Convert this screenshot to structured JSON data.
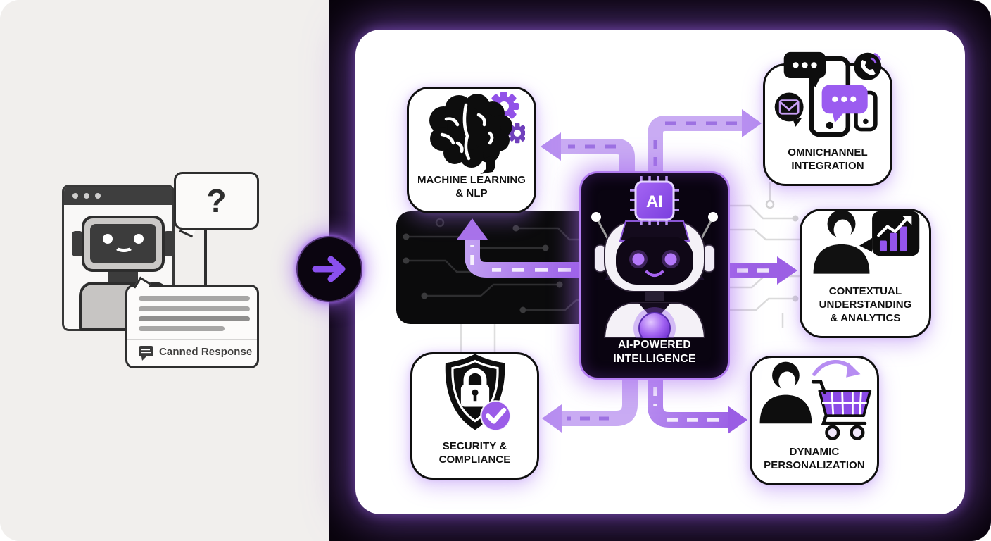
{
  "left_panel": {
    "question_bubble": "?",
    "canned_response": {
      "label": "Canned Response"
    }
  },
  "icons": {
    "transition": "arrow-right-circle",
    "machine_learning": "brain-with-gears",
    "omnichannel": "devices-and-chat-bubbles",
    "contextual": "person-with-analytics-bubble",
    "security": "shield-lock-check",
    "personalization": "person-to-cart-arrow",
    "center": "ai-robot-with-chip"
  },
  "diagram": {
    "center_card": {
      "chip_label": "AI",
      "title_lines": [
        "AI-POWERED",
        "INTELLIGENCE"
      ]
    },
    "nodes": {
      "machine_learning": {
        "lines": [
          "MACHINE LEARNING",
          "& NLP"
        ]
      },
      "omnichannel": {
        "lines": [
          "OMNICHANNEL",
          "INTEGRATION"
        ]
      },
      "contextual": {
        "lines": [
          "CONTEXTUAL",
          "UNDERSTANDING",
          "& ANALYTICS"
        ]
      },
      "security": {
        "lines": [
          "SECURITY &",
          "COMPLIANCE"
        ]
      },
      "personalization": {
        "lines": [
          "DYNAMIC",
          "PERSONALIZATION"
        ]
      }
    }
  },
  "colors": {
    "accent_purple": "#8b52e8",
    "arrow_light": "#c9abf3",
    "arrow_mid": "#a678ec",
    "arrow_deep": "#9a5ee4",
    "frame_black": "#08030b",
    "left_background": "#f1efed"
  }
}
